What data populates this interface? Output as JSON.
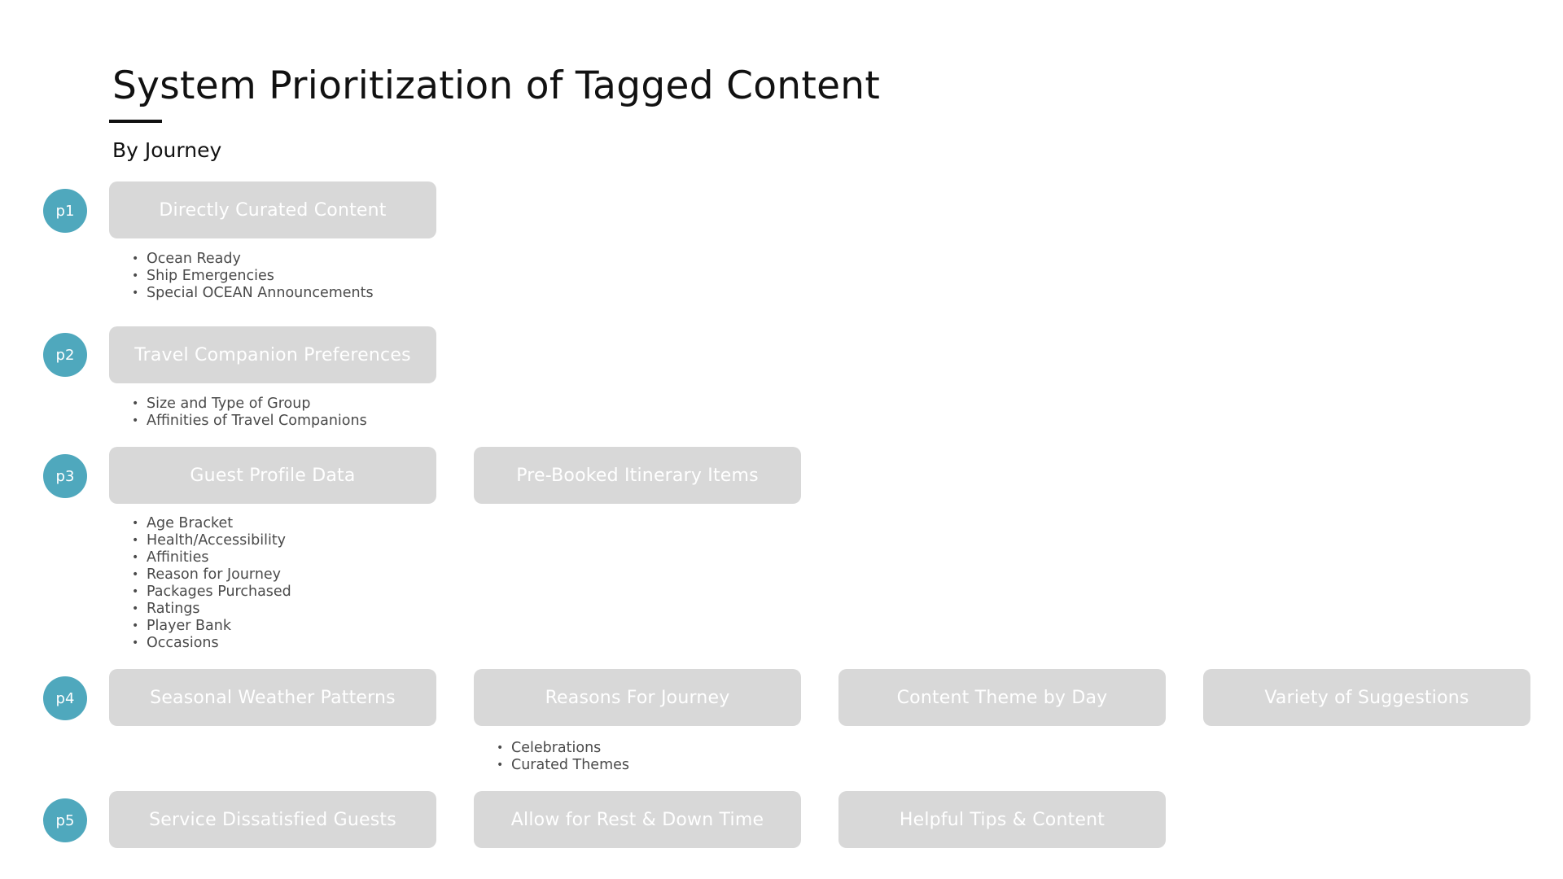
{
  "header": {
    "title": "System Prioritization of Tagged Content",
    "subtitle": "By Journey"
  },
  "colors": {
    "badge": "#4fa8bd",
    "card": "#d8d8d8",
    "card_text": "#ffffff",
    "bullet_text": "#4a4a4a"
  },
  "priorities": [
    {
      "badge": "p1",
      "cards": [
        {
          "label": "Directly Curated Content",
          "bullets": [
            "Ocean Ready",
            "Ship Emergencies",
            "Special OCEAN Announcements"
          ]
        }
      ]
    },
    {
      "badge": "p2",
      "cards": [
        {
          "label": "Travel Companion Preferences",
          "bullets": [
            "Size and Type of Group",
            "Affinities of Travel Companions"
          ]
        }
      ]
    },
    {
      "badge": "p3",
      "cards": [
        {
          "label": "Guest Profile Data",
          "bullets": [
            "Age Bracket",
            "Health/Accessibility",
            "Affinities",
            "Reason for Journey",
            "Packages Purchased",
            "Ratings",
            "Player Bank",
            "Occasions"
          ]
        },
        {
          "label": "Pre-Booked Itinerary Items",
          "bullets": []
        }
      ]
    },
    {
      "badge": "p4",
      "cards": [
        {
          "label": "Seasonal Weather Patterns",
          "bullets": []
        },
        {
          "label": "Reasons For Journey",
          "bullets": [
            "Celebrations",
            "Curated Themes"
          ]
        },
        {
          "label": "Content Theme by Day",
          "bullets": []
        },
        {
          "label": "Variety of Suggestions",
          "bullets": []
        }
      ]
    },
    {
      "badge": "p5",
      "cards": [
        {
          "label": "Service Dissatisfied Guests",
          "bullets": []
        },
        {
          "label": "Allow for Rest & Down Time",
          "bullets": []
        },
        {
          "label": "Helpful Tips & Content",
          "bullets": []
        }
      ]
    }
  ]
}
